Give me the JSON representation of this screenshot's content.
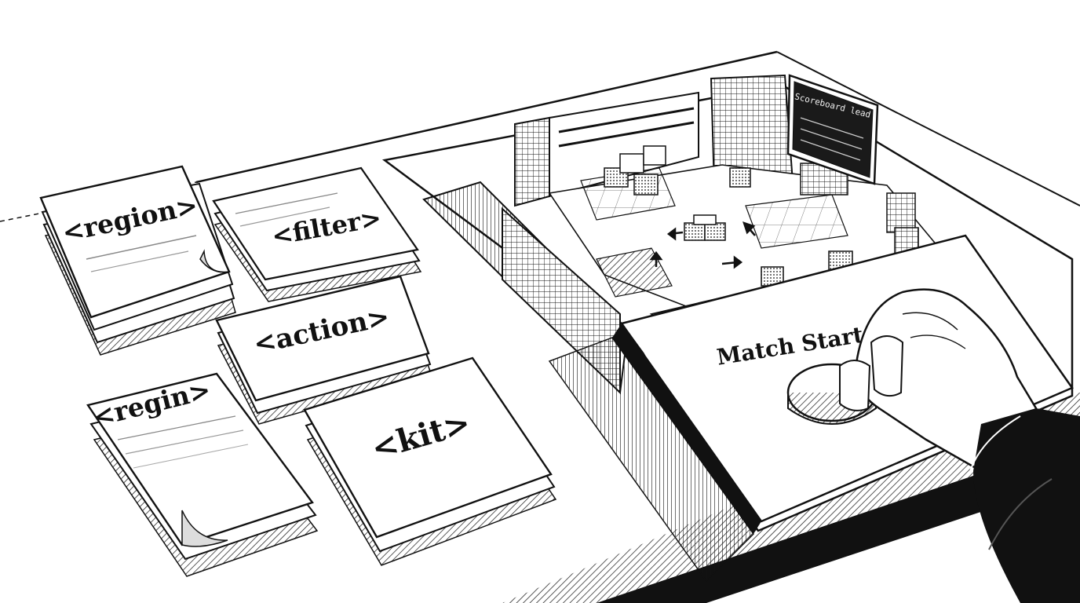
{
  "card_stacks": [
    {
      "label": "<region>"
    },
    {
      "label": "<filter>"
    },
    {
      "label": "<action>"
    },
    {
      "label": "<regin>"
    },
    {
      "label": "<kit>"
    }
  ],
  "scoreboard": {
    "label": "Scoreboard lead"
  },
  "start_panel": {
    "label": "Match Start"
  },
  "colors": {
    "ink": "#111111",
    "paper": "#ffffff",
    "shade": "#2a2a2a"
  }
}
